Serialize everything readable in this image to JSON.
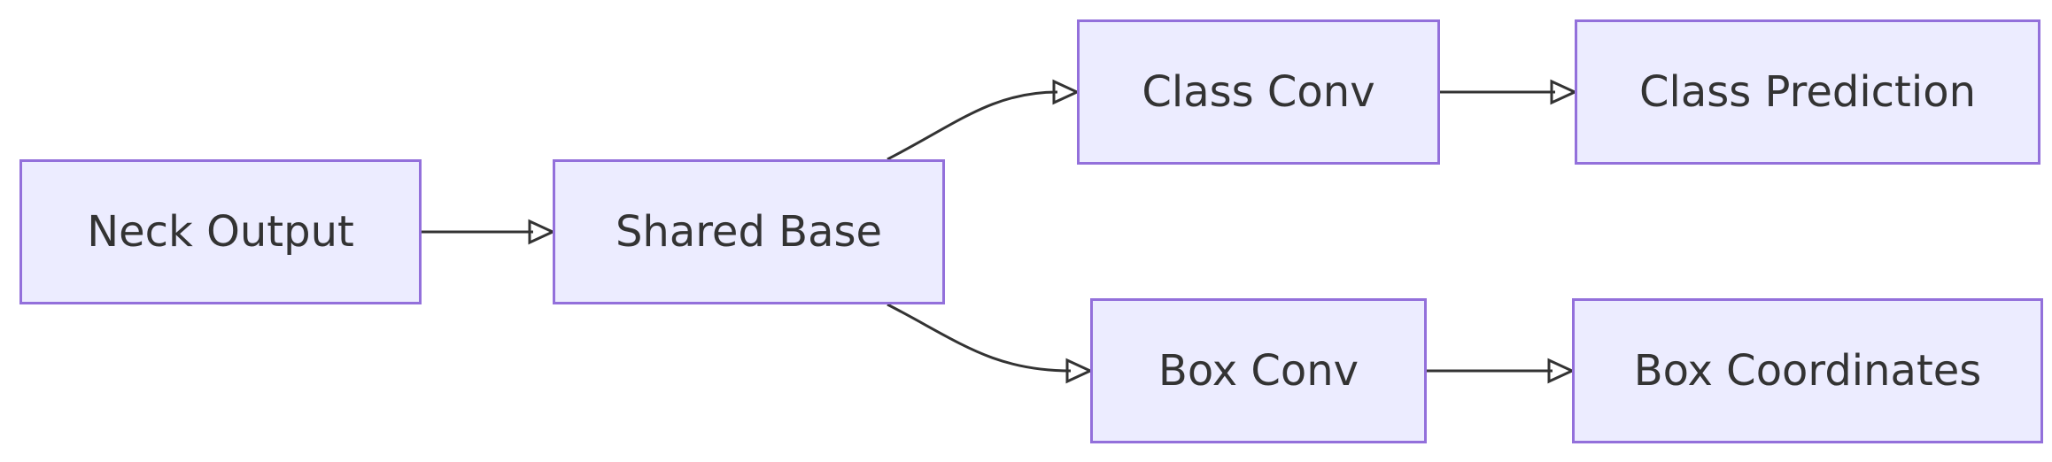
{
  "nodes": {
    "neck_output": "Neck Output",
    "shared_base": "Shared Base",
    "class_conv": "Class Conv",
    "class_prediction": "Class Prediction",
    "box_conv": "Box Conv",
    "box_coordinates": "Box Coordinates"
  },
  "edges": [
    {
      "from": "Neck Output",
      "to": "Shared Base"
    },
    {
      "from": "Shared Base",
      "to": "Class Conv"
    },
    {
      "from": "Shared Base",
      "to": "Box Conv"
    },
    {
      "from": "Class Conv",
      "to": "Class Prediction"
    },
    {
      "from": "Box Conv",
      "to": "Box Coordinates"
    }
  ],
  "colors": {
    "node_fill": "#ececff",
    "node_border": "#9370db",
    "text": "#333333",
    "edge": "#333333"
  }
}
